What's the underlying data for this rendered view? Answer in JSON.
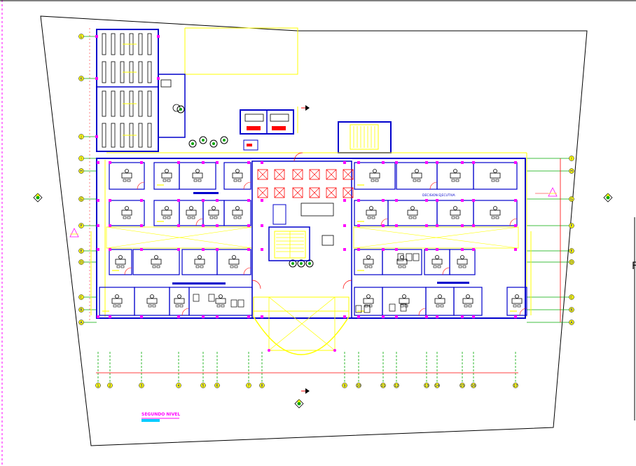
{
  "drawing": {
    "title": "SEGUNDO NIVEL",
    "room_label": "DECISION EJECUTIVA",
    "grid_rows": [
      "L",
      "K",
      "J",
      "I",
      "H",
      "G",
      "F",
      "E",
      "D",
      "C",
      "B",
      "A"
    ],
    "grid_columns": [
      "1",
      "2",
      "3",
      "4",
      "5",
      "6",
      "7",
      "8",
      "9",
      "10",
      "11",
      "12",
      "13",
      "14",
      "15",
      "16",
      "17"
    ],
    "colors": {
      "wall": "#0000cc",
      "column": "#ff00ff",
      "furniture": "#000000",
      "accent": "#ffff00",
      "gridline": "#00aa00",
      "dimension": "#ff0000",
      "boundary": "#000000",
      "stairs": "#ffff00"
    }
  }
}
